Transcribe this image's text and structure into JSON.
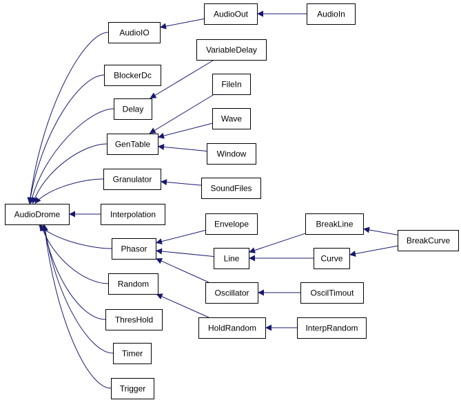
{
  "colors": {
    "edge": "#191970",
    "node_border": "#000000",
    "node_fill": "#ffffff",
    "text": "#000000",
    "background": "#ffffff"
  },
  "nodes": [
    {
      "id": "AudioDrome",
      "label": "AudioDrome"
    },
    {
      "id": "AudioIO",
      "label": "AudioIO"
    },
    {
      "id": "AudioOut",
      "label": "AudioOut"
    },
    {
      "id": "AudioIn",
      "label": "AudioIn"
    },
    {
      "id": "VariableDelay",
      "label": "VariableDelay"
    },
    {
      "id": "BlockerDc",
      "label": "BlockerDc"
    },
    {
      "id": "FileIn",
      "label": "FileIn"
    },
    {
      "id": "Delay",
      "label": "Delay"
    },
    {
      "id": "Wave",
      "label": "Wave"
    },
    {
      "id": "GenTable",
      "label": "GenTable"
    },
    {
      "id": "Window",
      "label": "Window"
    },
    {
      "id": "Granulator",
      "label": "Granulator"
    },
    {
      "id": "SoundFiles",
      "label": "SoundFiles"
    },
    {
      "id": "Interpolation",
      "label": "Interpolation"
    },
    {
      "id": "Envelope",
      "label": "Envelope"
    },
    {
      "id": "BreakLine",
      "label": "BreakLine"
    },
    {
      "id": "Phasor",
      "label": "Phasor"
    },
    {
      "id": "BreakCurve",
      "label": "BreakCurve"
    },
    {
      "id": "Line",
      "label": "Line"
    },
    {
      "id": "Curve",
      "label": "Curve"
    },
    {
      "id": "Random",
      "label": "Random"
    },
    {
      "id": "Oscillator",
      "label": "Oscillator"
    },
    {
      "id": "OscilTimout",
      "label": "OscilTimout"
    },
    {
      "id": "ThresHold",
      "label": "ThresHold"
    },
    {
      "id": "HoldRandom",
      "label": "HoldRandom"
    },
    {
      "id": "InterpRandom",
      "label": "InterpRandom"
    },
    {
      "id": "Timer",
      "label": "Timer"
    },
    {
      "id": "Trigger",
      "label": "Trigger"
    }
  ],
  "edges": [
    {
      "from": "AudioIO",
      "to": "AudioDrome"
    },
    {
      "from": "BlockerDc",
      "to": "AudioDrome"
    },
    {
      "from": "Delay",
      "to": "AudioDrome"
    },
    {
      "from": "GenTable",
      "to": "AudioDrome"
    },
    {
      "from": "Granulator",
      "to": "AudioDrome"
    },
    {
      "from": "Interpolation",
      "to": "AudioDrome"
    },
    {
      "from": "Phasor",
      "to": "AudioDrome"
    },
    {
      "from": "Random",
      "to": "AudioDrome"
    },
    {
      "from": "ThresHold",
      "to": "AudioDrome"
    },
    {
      "from": "Timer",
      "to": "AudioDrome"
    },
    {
      "from": "Trigger",
      "to": "AudioDrome"
    },
    {
      "from": "AudioOut",
      "to": "AudioIO"
    },
    {
      "from": "AudioIn",
      "to": "AudioOut"
    },
    {
      "from": "VariableDelay",
      "to": "Delay"
    },
    {
      "from": "FileIn",
      "to": "GenTable"
    },
    {
      "from": "Wave",
      "to": "GenTable"
    },
    {
      "from": "Window",
      "to": "GenTable"
    },
    {
      "from": "SoundFiles",
      "to": "Granulator"
    },
    {
      "from": "Envelope",
      "to": "Phasor"
    },
    {
      "from": "Line",
      "to": "Phasor"
    },
    {
      "from": "Oscillator",
      "to": "Phasor"
    },
    {
      "from": "BreakLine",
      "to": "Line"
    },
    {
      "from": "Curve",
      "to": "Line"
    },
    {
      "from": "BreakCurve",
      "to": "BreakLine"
    },
    {
      "from": "BreakCurve",
      "to": "Curve"
    },
    {
      "from": "OscilTimout",
      "to": "Oscillator"
    },
    {
      "from": "HoldRandom",
      "to": "Random"
    },
    {
      "from": "InterpRandom",
      "to": "HoldRandom"
    }
  ]
}
